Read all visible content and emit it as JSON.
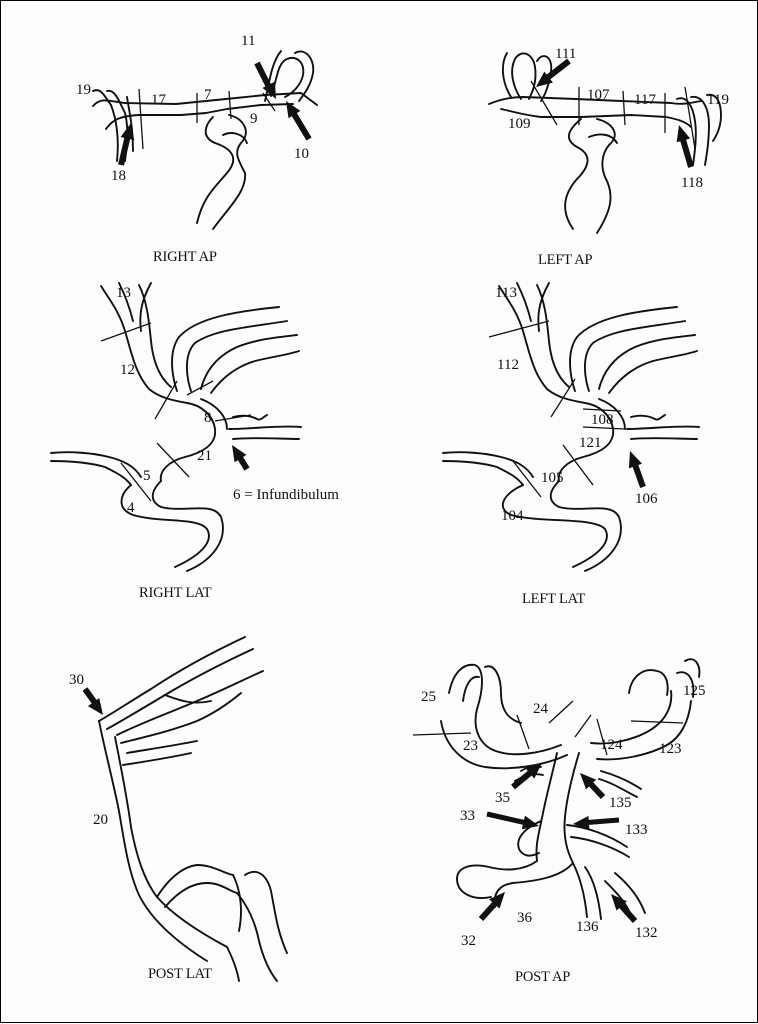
{
  "diagrams": {
    "right_ap": {
      "caption": "RIGHT AP",
      "labels": {
        "n19": "19",
        "n17": "17",
        "n7": "7",
        "n11": "11",
        "n9": "9",
        "n18": "18",
        "n10": "10"
      }
    },
    "left_ap": {
      "caption": "LEFT AP",
      "labels": {
        "n111": "111",
        "n107": "107",
        "n117": "117",
        "n119": "119",
        "n109": "109",
        "n118": "118"
      }
    },
    "right_lat": {
      "caption": "RIGHT LAT",
      "labels": {
        "n13": "13",
        "n12": "12",
        "n8": "8",
        "n21": "21",
        "n5": "5",
        "n4": "4"
      },
      "note": "6 = Infundibulum"
    },
    "left_lat": {
      "caption": "LEFT LAT",
      "labels": {
        "n113": "113",
        "n112": "112",
        "n108": "108",
        "n121": "121",
        "n105": "105",
        "n104": "104",
        "n106": "106"
      }
    },
    "post_lat": {
      "caption": "POST LAT",
      "labels": {
        "n30": "30",
        "n20": "20"
      }
    },
    "post_ap": {
      "caption": "POST AP",
      "labels": {
        "n25": "25",
        "n24": "24",
        "n23": "23",
        "n124": "124",
        "n123": "123",
        "n125": "125",
        "n35": "35",
        "n135": "135",
        "n33": "33",
        "n133": "133",
        "n36": "36",
        "n136": "136",
        "n32": "32",
        "n132": "132"
      }
    }
  },
  "icons": {
    "arrow": "pointer-arrow-icon"
  }
}
